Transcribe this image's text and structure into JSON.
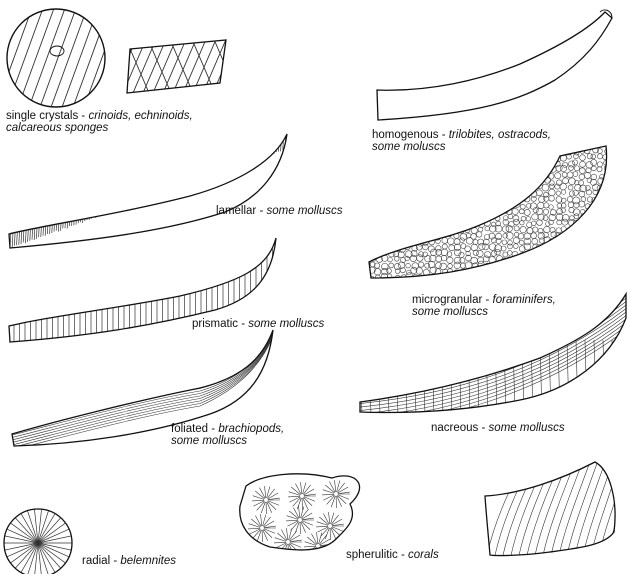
{
  "labels": {
    "single": {
      "name": "single crystals",
      "sep": " - ",
      "eg1": "crinoids, echninoids,",
      "eg2": "calcareous sponges"
    },
    "homogenous": {
      "name": "homogenous",
      "sep": " - ",
      "eg1": "trilobites, ostracods,",
      "eg2": "some moluscs"
    },
    "lamellar": {
      "name": "lamellar",
      "sep": " - ",
      "eg1": "some molluscs"
    },
    "microgranular": {
      "name": "microgranular",
      "sep": " - ",
      "eg1": "foraminifers,",
      "eg2": "some molluscs"
    },
    "prismatic": {
      "name": "prismatic",
      "sep": " - ",
      "eg1": "some molluscs"
    },
    "foliated": {
      "name": "foliated",
      "sep": " - ",
      "eg1": "brachiopods,",
      "eg2": "some molluscs"
    },
    "nacreous": {
      "name": "nacreous",
      "sep": " - ",
      "eg1": "some molluscs"
    },
    "radial": {
      "name": "radial",
      "sep": " - ",
      "eg1": "belemnites"
    },
    "spherulitic": {
      "name": "spherulitic",
      "sep": " - ",
      "eg1": "corals"
    }
  },
  "colors": {
    "outline": "#111111",
    "hatch": "#333333"
  }
}
